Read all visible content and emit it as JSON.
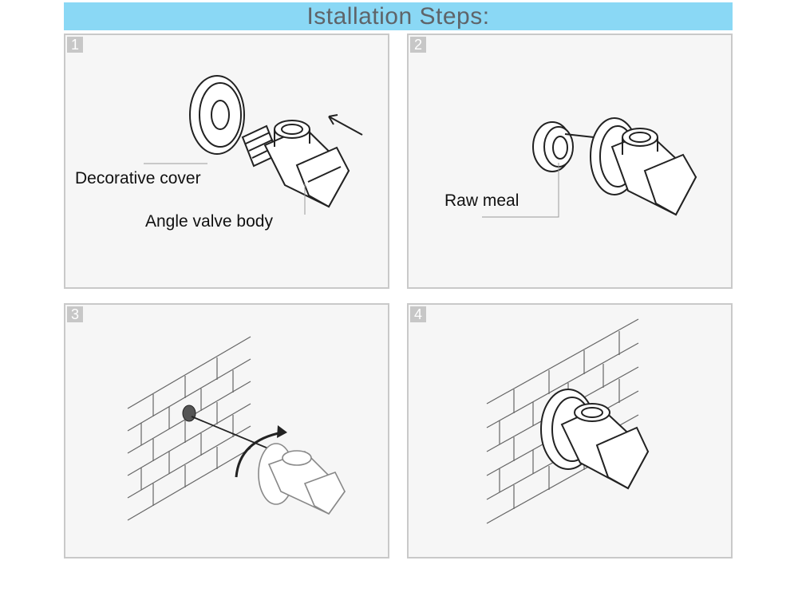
{
  "title": "Istallation Steps:",
  "steps": [
    {
      "number": "1",
      "labels": [
        "Decorative cover",
        "Angle valve body"
      ]
    },
    {
      "number": "2",
      "labels": [
        "Raw meal"
      ]
    },
    {
      "number": "3",
      "labels": []
    },
    {
      "number": "4",
      "labels": []
    }
  ],
  "colors": {
    "title_bar": "#8ad8f5",
    "title_text": "#5f6469",
    "panel_border": "#c9c9c9",
    "panel_fill": "#f6f6f6",
    "step_badge": "#c7c7c7"
  }
}
